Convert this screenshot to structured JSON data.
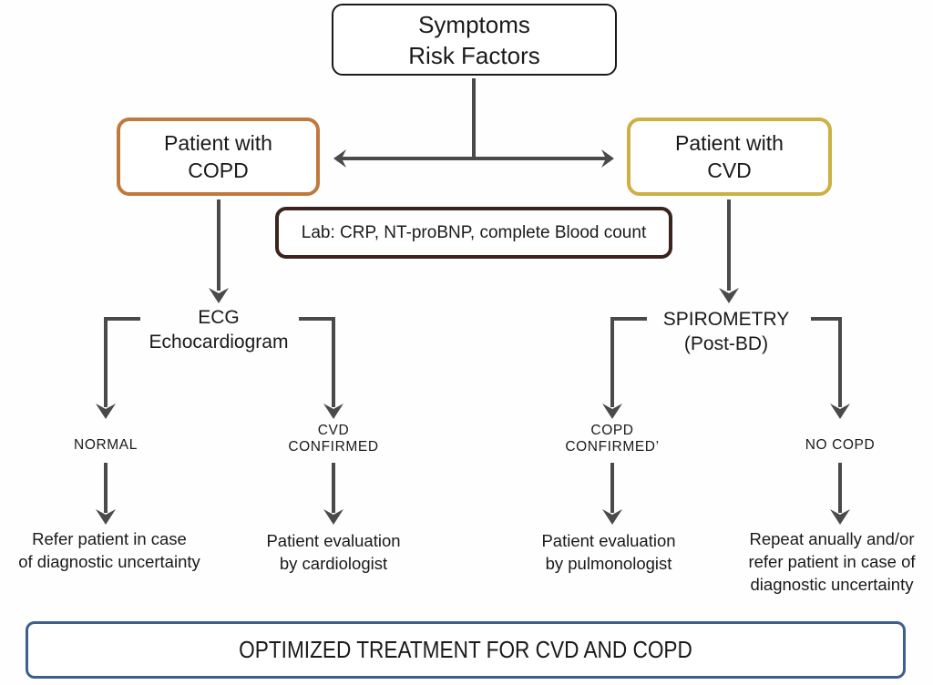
{
  "colors": {
    "ink": "#1a1a1a",
    "line": "#4a4a4a",
    "orange": "#c0793c",
    "gold": "#ccb044",
    "brown": "#3a241d",
    "blue": "#3e5e8e"
  },
  "nodes": {
    "symptoms": {
      "line1": "Symptoms",
      "line2": "Risk Factors"
    },
    "copd_patient": {
      "line1": "Patient with",
      "line2": "COPD"
    },
    "cvd_patient": {
      "line1": "Patient with",
      "line2": "CVD"
    },
    "lab": {
      "label": "Lab: CRP, NT-proBNP, complete Blood count"
    },
    "ecg": {
      "line1": "ECG",
      "line2": "Echocardiogram"
    },
    "spirometry": {
      "line1": "SPIROMETRY",
      "line2": "(Post-BD)"
    },
    "normal": {
      "label": "NORMAL"
    },
    "cvd_confirmed": {
      "line1": "CVD",
      "line2": "CONFIRMED"
    },
    "copd_confirmed": {
      "line1": "COPD",
      "line2": "CONFIRMED’"
    },
    "no_copd": {
      "label": "NO COPD"
    },
    "refer_uncertainty": {
      "line1": "Refer patient in case",
      "line2": "of diagnostic uncertainty"
    },
    "cardiologist": {
      "line1": "Patient evaluation",
      "line2": "by cardiologist"
    },
    "pulmonologist": {
      "line1": "Patient evaluation",
      "line2": "by pulmonologist"
    },
    "repeat_annually": {
      "line1": "Repeat anually and/or",
      "line2": "refer patient in case of",
      "line3": "diagnostic uncertainty"
    },
    "treatment": {
      "label": "OPTIMIZED TREATMENT FOR CVD AND COPD"
    }
  }
}
